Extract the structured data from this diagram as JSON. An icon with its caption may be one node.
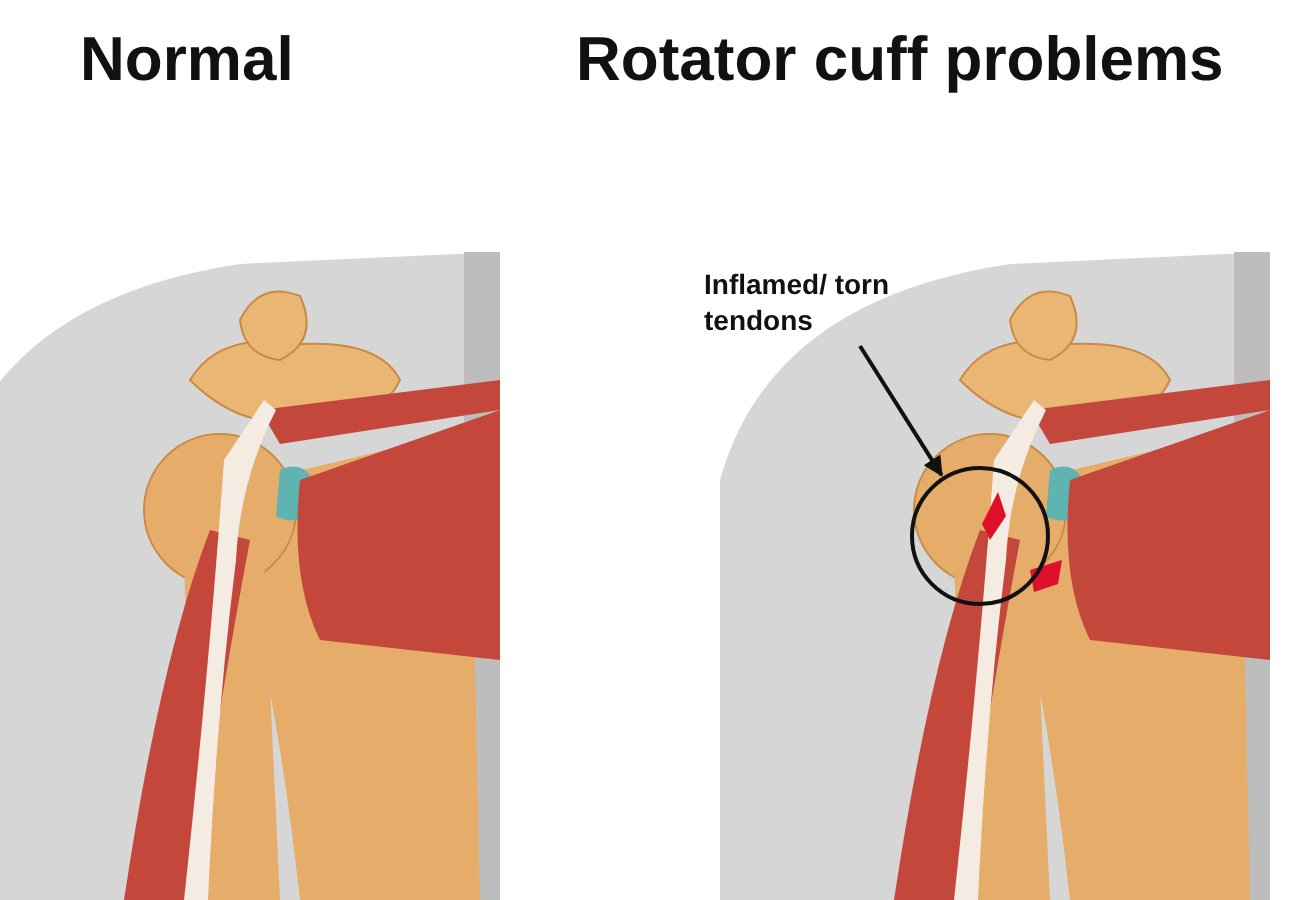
{
  "diagram": {
    "nodes": [
      {
        "text": [
          "Inflamed/ torn tendons"
        ]
      },
      {
        "text": [],
        "shape": "circle"
      }
    ],
    "edges": [
      {
        "from": 0,
        "to": 1,
        "arrow": "to"
      }
    ],
    "labels": [
      "Normal",
      "Rotator cuff problems"
    ]
  }
}
